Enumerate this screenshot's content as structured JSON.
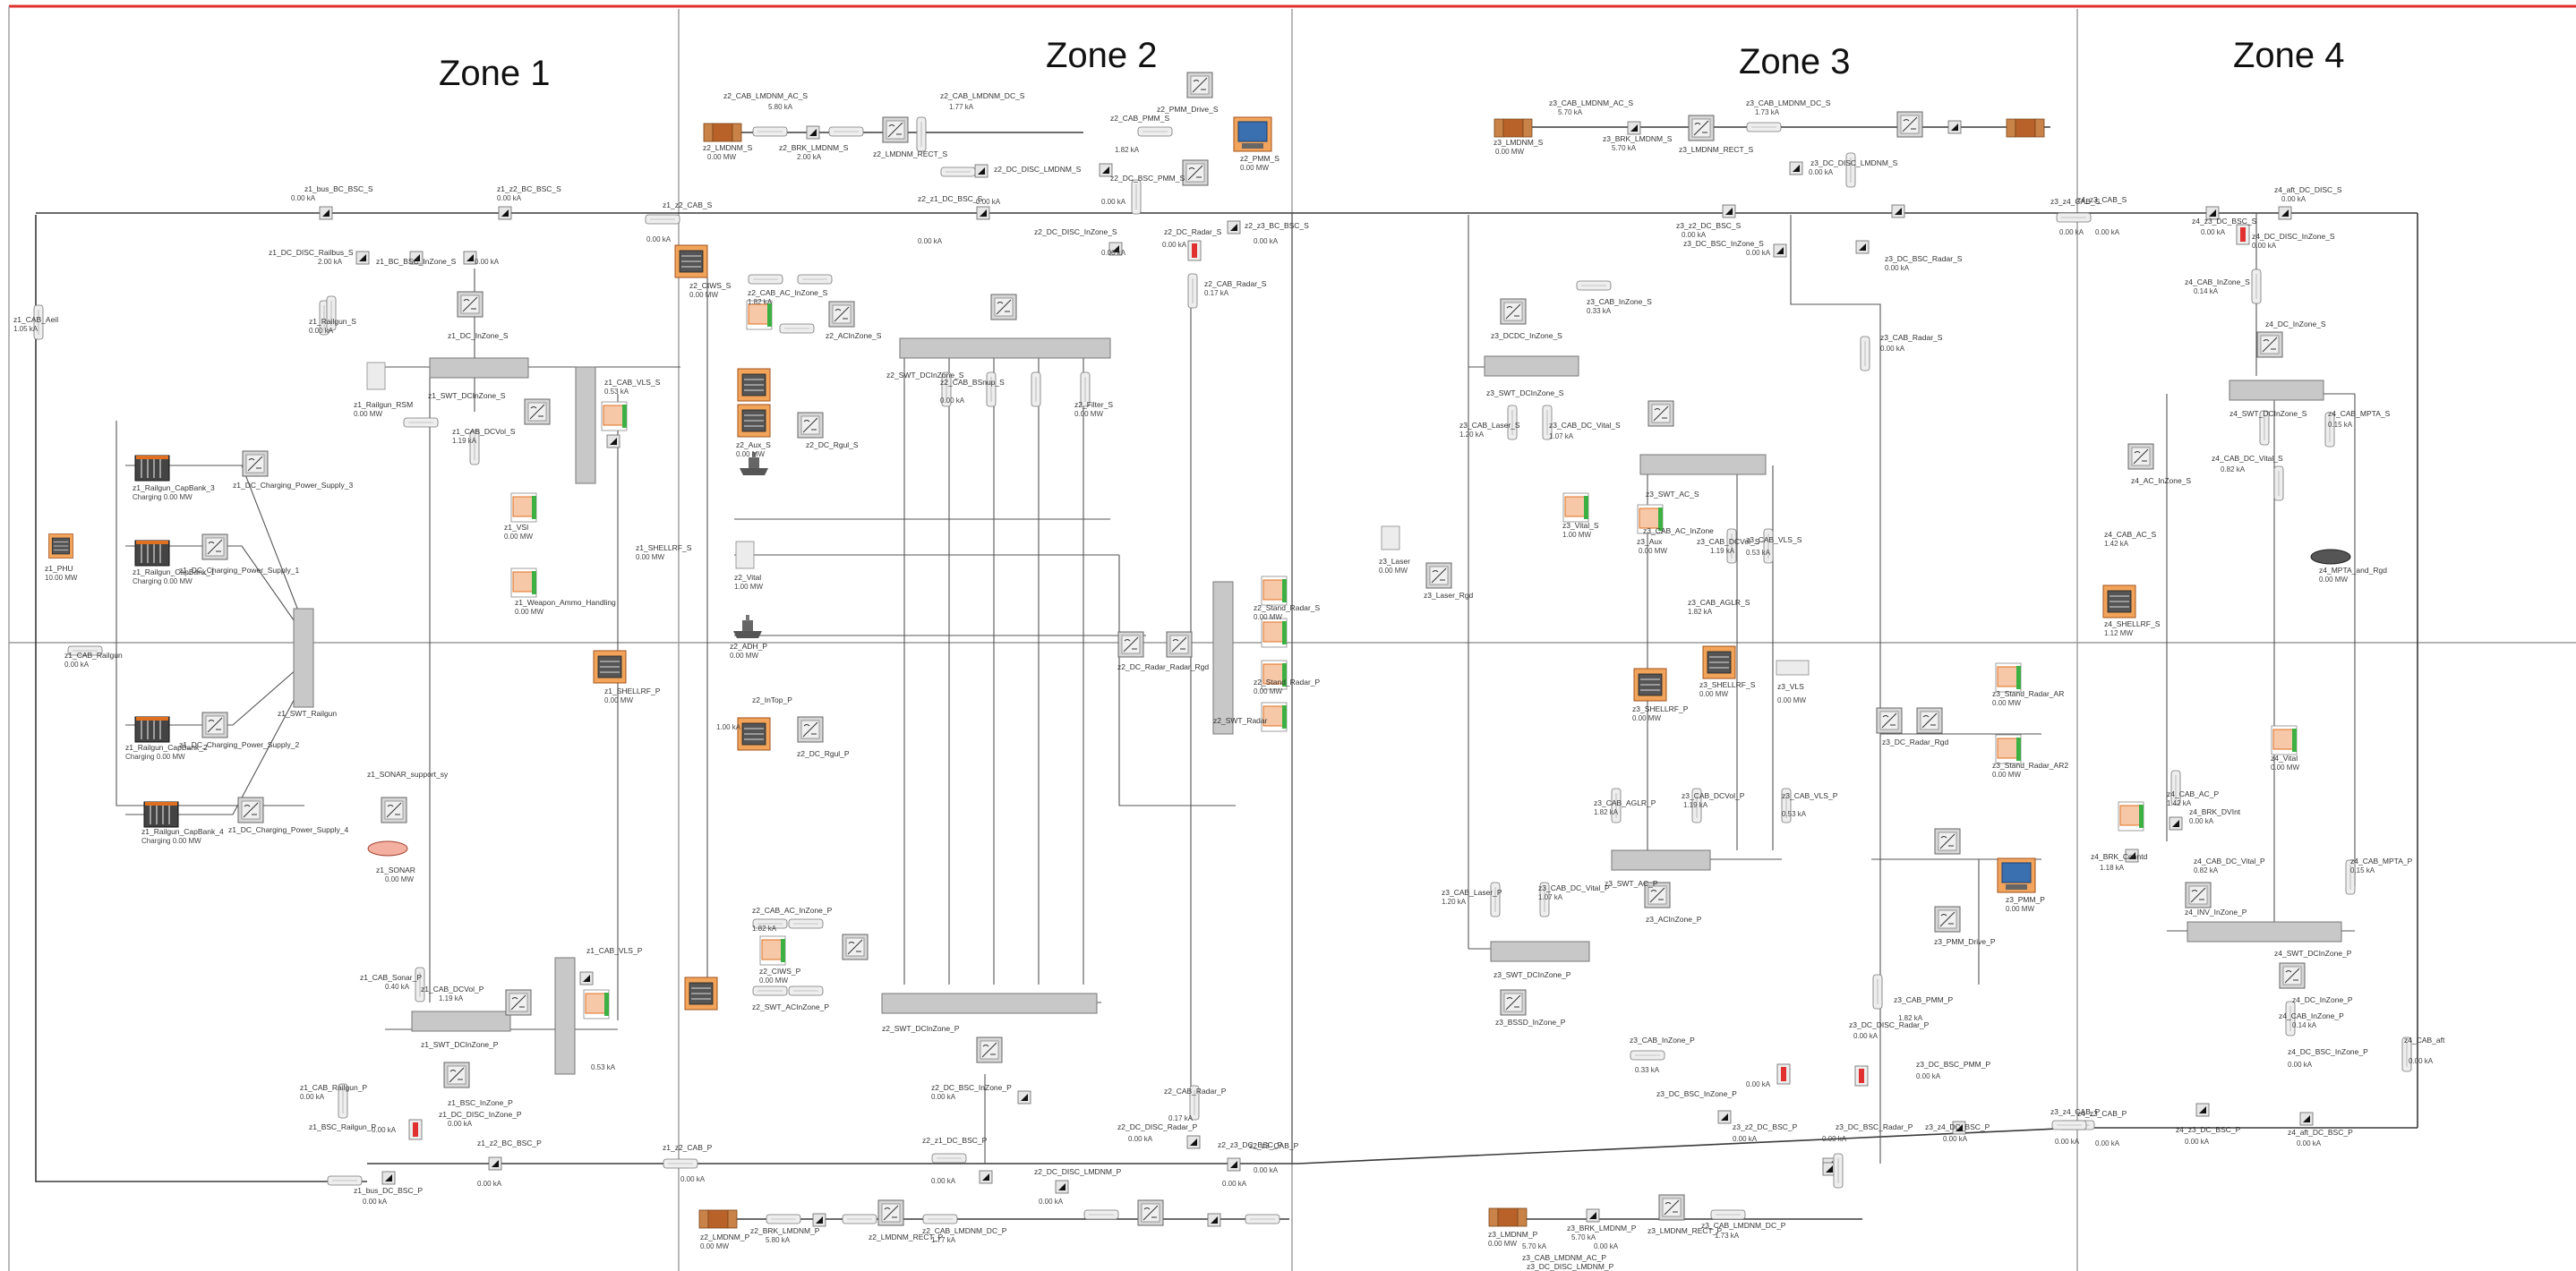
{
  "zones": [
    {
      "title": "Zone 1"
    },
    {
      "title": "Zone 2"
    },
    {
      "title": "Zone 3"
    },
    {
      "title": "Zone 4"
    }
  ],
  "components": [
    {
      "label": "z1_bus_BC_BSC_S",
      "value": "0.00 kA"
    },
    {
      "label": "z1_z2_BC_BSC_S",
      "value": "0.00 kA"
    },
    {
      "label": "z1_DC_DISC_Railbus_S",
      "value": "2.00 kA"
    },
    {
      "label": "z1_BC_BSC_InZone_S",
      "value": "0.00 kA"
    },
    {
      "label": "z1_CAB_Aeil",
      "value": "1.05 kA"
    },
    {
      "label": "z1_Railgun_S",
      "value": "0.00 kA"
    },
    {
      "label": "z1_DC_InZone_S",
      "value": ""
    },
    {
      "label": "z1_SWT_DCInZone_S",
      "value": ""
    },
    {
      "label": "z1_CAB_DCVol_S",
      "value": "1.19 kA"
    },
    {
      "label": "z1_CAB_VLS_S",
      "value": "0.53 kA"
    },
    {
      "label": "z1_Railgun_RSM",
      "value": "0.00 MW"
    },
    {
      "label": "z1_Railgun_CapBank_3",
      "value": "Charging 0.00 MW"
    },
    {
      "label": "z1_DC_Charging_Power_Supply_3",
      "value": ""
    },
    {
      "label": "z1_Railgun_CapBank_1",
      "value": "Charging 0.00 MW"
    },
    {
      "label": "z1_DC_Charging_Power_Supply_1",
      "value": ""
    },
    {
      "label": "z1_PHU",
      "value": "10.00 MW"
    },
    {
      "label": "z1_CAB_Railgun",
      "value": "0.00 kA"
    },
    {
      "label": "z1_Railgun_CapBank_2",
      "value": "Charging 0.00 MW"
    },
    {
      "label": "z1_DC_Charging_Power_Supply_2",
      "value": ""
    },
    {
      "label": "z1_Railgun_CapBank_4",
      "value": "Charging 0.00 MW"
    },
    {
      "label": "z1_DC_Charging_Power_Supply_4",
      "value": ""
    },
    {
      "label": "z1_SWT_Railgun",
      "value": ""
    },
    {
      "label": "z1_VSI",
      "value": "0.00 MW"
    },
    {
      "label": "z1_Weapon_Ammo_Handling",
      "value": "0.00 MW"
    },
    {
      "label": "z1_SHELLRF_S",
      "value": "0.00 MW"
    },
    {
      "label": "z1_SHELLRF_P",
      "value": "0.00 MW"
    },
    {
      "label": "z1_SONAR_support_sy",
      "value": ""
    },
    {
      "label": "z1_SONAR",
      "value": "0.00 MW"
    },
    {
      "label": "z1_CAB_Sonar_P",
      "value": "0.40 kA"
    },
    {
      "label": "z1_CAB_DCVol_P",
      "value": "1.19 kA"
    },
    {
      "label": "z1_SWT_DCInZone_P",
      "value": ""
    },
    {
      "label": "z1_CAB_VLS_P",
      "value": "0.53 kA"
    },
    {
      "label": "z1_CAB_Railgun_P",
      "value": "0.00 kA"
    },
    {
      "label": "z1_BSC_InZone_P",
      "value": ""
    },
    {
      "label": "z1_DC_DISC_InZone_P",
      "value": "0.00 kA"
    },
    {
      "label": "z1_BSC_Railgun_P",
      "value": "0.00 kA"
    },
    {
      "label": "z1_z2_BC_BSC_P",
      "value": "0.00 kA"
    },
    {
      "label": "z1_bus_DC_BSC_P",
      "value": "0.00 kA"
    },
    {
      "label": "z1_z2_CAB_S",
      "value": "0.00 kA"
    },
    {
      "label": "z1_z2_CAB_P",
      "value": "0.00 kA"
    },
    {
      "label": "z2_CAB_LMDNM_AC_S",
      "value": "5.80 kA"
    },
    {
      "label": "z2_CAB_LMDNM_DC_S",
      "value": "1.77 kA"
    },
    {
      "label": "z2_LMDNM_S",
      "value": "0.00 MW"
    },
    {
      "label": "z2_BRK_LMDNM_S",
      "value": "2.00 kA"
    },
    {
      "label": "z2_LMDNM_RECT_S",
      "value": ""
    },
    {
      "label": "z2_DC_DISC_LMDNM_S",
      "value": "0.00 kA"
    },
    {
      "label": "z2_CAB_PMM_S",
      "value": "1.82 kA"
    },
    {
      "label": "z2_PMM_Drive_S",
      "value": ""
    },
    {
      "label": "z2_PMM_S",
      "value": "0.00 MW"
    },
    {
      "label": "z2_DC_BSC_PMM_S",
      "value": "0.00 kA"
    },
    {
      "label": "z2_z1_DC_BSC_S",
      "value": "0.00 kA"
    },
    {
      "label": "z2_DC_DISC_InZone_S",
      "value": "0.00 kA"
    },
    {
      "label": "z2_z3_BC_BSC_S",
      "value": "0.00 kA"
    },
    {
      "label": "z2_DC_Radar_S",
      "value": "0.00 kA"
    },
    {
      "label": "z2_CAB_Radar_S",
      "value": "0.17 kA"
    },
    {
      "label": "z2_CIWS_S",
      "value": "0.00 MW"
    },
    {
      "label": "z2_CAB_AC_InZone_S",
      "value": "1.82 kA"
    },
    {
      "label": "z2_ACInZone_S",
      "value": ""
    },
    {
      "label": "z2_SWT_DCInZone_S",
      "value": ""
    },
    {
      "label": "z2_CAB_BSnup_S",
      "value": "0.00 kA"
    },
    {
      "label": "z2_Aux_S",
      "value": "0.00 MW"
    },
    {
      "label": "z2_Filter_S",
      "value": "0.00 MW"
    },
    {
      "label": "z2_DC_Rgul_S",
      "value": ""
    },
    {
      "label": "z2_Vital",
      "value": "1.00 MW"
    },
    {
      "label": "z2_ADH_P",
      "value": "0.00 MW"
    },
    {
      "label": "z2_InTop_P",
      "value": "1.00 kA"
    },
    {
      "label": "z2_DC_Rgul_P",
      "value": ""
    },
    {
      "label": "z2_DC_Radar_Radar_Rgd",
      "value": ""
    },
    {
      "label": "z2_Stand_Radar_S",
      "value": "0.00 MW"
    },
    {
      "label": "z2_Stand_Radar_P",
      "value": "0.00 MW"
    },
    {
      "label": "z2_SWT_Radar",
      "value": ""
    },
    {
      "label": "z2_CAB_AC_InZone_P",
      "value": "1.82 kA"
    },
    {
      "label": "z2_CIWS_P",
      "value": "0.00 MW"
    },
    {
      "label": "z2_SWT_DCInZone_P",
      "value": ""
    },
    {
      "label": "z2_SWT_ACInZone_P",
      "value": ""
    },
    {
      "label": "z2_DC_BSC_InZone_P",
      "value": "0.00 kA"
    },
    {
      "label": "z2_CAB_Radar_P",
      "value": "0.17 kA"
    },
    {
      "label": "z2_DC_DISC_Radar_P",
      "value": "0.00 kA"
    },
    {
      "label": "z2_z3_DC_BSC_P",
      "value": "0.00 kA"
    },
    {
      "label": "z2_z1_DC_BSC_P",
      "value": "0.00 kA"
    },
    {
      "label": "z2_DC_DISC_LMDNM_P",
      "value": "0.00 kA"
    },
    {
      "label": "z2_LMDNM_P",
      "value": "0.00 MW"
    },
    {
      "label": "z2_BRK_LMDNM_P",
      "value": "5.80 kA"
    },
    {
      "label": "z2_LMDNM_RECT_P",
      "value": ""
    },
    {
      "label": "z2_CAB_LMDNM_DC_P",
      "value": "1.77 kA"
    },
    {
      "label": "z2_z3_CAB_P",
      "value": "0.00 kA"
    },
    {
      "label": "z3_CAB_LMDNM_AC_S",
      "value": "5.70 kA"
    },
    {
      "label": "z3_CAB_LMDNM_DC_S",
      "value": "1.73 kA"
    },
    {
      "label": "z3_LMDNM_S",
      "value": "0.00 MW"
    },
    {
      "label": "z3_BRK_LMDNM_S",
      "value": "5.70 kA"
    },
    {
      "label": "z3_LMDNM_RECT_S",
      "value": ""
    },
    {
      "label": "z3_DC_DISC_LMDNM_S",
      "value": "0.00 kA"
    },
    {
      "label": "z3_z2_DC_BSC_S",
      "value": "0.00 kA"
    },
    {
      "label": "z3_DC_BSC_InZone_S",
      "value": "0.00 kA"
    },
    {
      "label": "z3_DC_BSC_Radar_S",
      "value": "0.00 kA"
    },
    {
      "label": "z3_CAB_InZone_S",
      "value": "0.33 kA"
    },
    {
      "label": "z3_DCDC_InZone_S",
      "value": ""
    },
    {
      "label": "z3_SWT_DCInZone_S",
      "value": ""
    },
    {
      "label": "z3_CAB_Laser_S",
      "value": "1.20 kA"
    },
    {
      "label": "z3_CAB_DC_Vital_S",
      "value": "1.07 kA"
    },
    {
      "label": "z3_Vital_S",
      "value": "1.00 MW"
    },
    {
      "label": "z3_Laser",
      "value": "0.00 MW"
    },
    {
      "label": "z3_Laser_Rgd",
      "value": ""
    },
    {
      "label": "z3_SWT_AC_S",
      "value": ""
    },
    {
      "label": "z3_CAB_AC_InZone",
      "value": ""
    },
    {
      "label": "z3_Aux",
      "value": "0.00 MW"
    },
    {
      "label": "z3_CAB_AGLR_S",
      "value": "1.82 kA"
    },
    {
      "label": "z3_CAB_VLS_S",
      "value": "0.53 kA"
    },
    {
      "label": "z3_CAB_DCVol_S",
      "value": "1.19 kA"
    },
    {
      "label": "z3_SHELLRF_P",
      "value": "0.00 MW"
    },
    {
      "label": "z3_SHELLRF_S",
      "value": "0.00 MW"
    },
    {
      "label": "z3_VLS",
      "value": "0.00 MW"
    },
    {
      "label": "z3_CAB_Radar_S",
      "value": "0.00 kA"
    },
    {
      "label": "z3_CAB_DCVol_P",
      "value": "1.19 kA"
    },
    {
      "label": "z3_CAB_VLS_P",
      "value": "0.53 kA"
    },
    {
      "label": "z3_CAB_AGLR_P",
      "value": "1.82 kA"
    },
    {
      "label": "z3_SWT_AC_P",
      "value": ""
    },
    {
      "label": "z3_ACInZone_P",
      "value": ""
    },
    {
      "label": "z3_CAB_Laser_P",
      "value": "1.20 kA"
    },
    {
      "label": "z3_CAB_DC_Vital_P",
      "value": "1.07 kA"
    },
    {
      "label": "z3_SWT_DCInZone_P",
      "value": ""
    },
    {
      "label": "z3_BSSD_InZone_P",
      "value": ""
    },
    {
      "label": "z3_CAB_InZone_P",
      "value": "0.33 kA"
    },
    {
      "label": "z3_DC_BSC_InZone_P",
      "value": "0.00 kA"
    },
    {
      "label": "z3_DC_BSC_Radar_P",
      "value": "0.00 kA"
    },
    {
      "label": "z3_Stand_Radar_AR",
      "value": "0.00 MW"
    },
    {
      "label": "z3_Stand_Radar_AR2",
      "value": "0.00 MW"
    },
    {
      "label": "z3_DC_Radar_Rgd",
      "value": ""
    },
    {
      "label": "z3_PMM_Drive_P",
      "value": ""
    },
    {
      "label": "z3_PMM_P",
      "value": "0.00 MW"
    },
    {
      "label": "z3_CAB_PMM_P",
      "value": "1.82 kA"
    },
    {
      "label": "z3_DC_BSC_PMM_P",
      "value": "0.00 kA"
    },
    {
      "label": "z3_DC_DISC_Radar_P",
      "value": "0.00 kA"
    },
    {
      "label": "z3_z2_DC_BSC_P",
      "value": "0.00 kA"
    },
    {
      "label": "z3_z4_DC_BSC_P",
      "value": "0.00 kA"
    },
    {
      "label": "z3_LMDNM_P",
      "value": "0.00 MW"
    },
    {
      "label": "z3_BRK_LMDNM_P",
      "value": "5.70 kA"
    },
    {
      "label": "z3_LMDNM_RECT_P",
      "value": ""
    },
    {
      "label": "z3_CAB_LMDNM_DC_P",
      "value": "1.73 kA"
    },
    {
      "label": "z3_CAB_LMDNM_AC_P",
      "value": "5.70 kA"
    },
    {
      "label": "z3_DC_DISC_LMDNM_P",
      "value": "0.00 kA"
    },
    {
      "label": "z3_z4_CAB_S",
      "value": "0.00 kA"
    },
    {
      "label": "z3_z4_CAB_P",
      "value": "0.00 kA"
    },
    {
      "label": "z4_z3_DC_BSC_S",
      "value": "0.00 kA"
    },
    {
      "label": "z4_aft_DC_DISC_S",
      "value": "0.00 kA"
    },
    {
      "label": "z4_DC_DISC_InZone_S",
      "value": "0.00 kA"
    },
    {
      "label": "z4_CAB_InZone_S",
      "value": "0.14 kA"
    },
    {
      "label": "z4_DC_InZone_S",
      "value": ""
    },
    {
      "label": "z4_SWT_DCInZone_S",
      "value": ""
    },
    {
      "label": "z4_CAB_DC_Vital_S",
      "value": "0.82 kA"
    },
    {
      "label": "z4_CAB_MPTA_S",
      "value": "0.15 kA"
    },
    {
      "label": "z4_MPTA_and_Rgd",
      "value": "0.00 MW"
    },
    {
      "label": "z4_AC_InZone_S",
      "value": ""
    },
    {
      "label": "z4_CAB_AC_S",
      "value": "1.42 kA"
    },
    {
      "label": "z4_SHELLRF_S",
      "value": "1.12 MW"
    },
    {
      "label": "z4_Vital",
      "value": "0.00 MW"
    },
    {
      "label": "z4_CAB_AC_P",
      "value": "1.42 kA"
    },
    {
      "label": "z4_BRK_DVInt",
      "value": "0.00 kA"
    },
    {
      "label": "z4_BRK_Conntd",
      "value": "1.18 kA"
    },
    {
      "label": "z4_CAB_DC_Vital_P",
      "value": "0.82 kA"
    },
    {
      "label": "z4_CAB_MPTA_P",
      "value": "0.15 kA"
    },
    {
      "label": "z4_INV_InZone_P",
      "value": ""
    },
    {
      "label": "z4_SWT_DCInZone_P",
      "value": ""
    },
    {
      "label": "z4_DC_InZone_P",
      "value": ""
    },
    {
      "label": "z4_CAB_InZone_P",
      "value": "0.14 kA"
    },
    {
      "label": "z4_DC_BSC_InZone_P",
      "value": "0.00 kA"
    },
    {
      "label": "z4_CAB_aft",
      "value": "0.00 kA"
    },
    {
      "label": "z4_z3_DC_BSC_P",
      "value": "0.00 kA"
    },
    {
      "label": "z4_aft_DC_BSC_P",
      "value": "0.00 kA"
    },
    {
      "label": "z4_z3_CAB_S",
      "value": "0.00 kA"
    },
    {
      "label": "z4_z3_CAB_P",
      "value": "0.00 kA"
    }
  ],
  "colors": {
    "border_top": "#e03030",
    "zone_divider": "#9a9a9a",
    "bus_connector": "#3c7d3c",
    "generator": "#e07020",
    "alert_red": "#e03030",
    "load_green": "#3cb043",
    "display_blue": "#3a6fb0"
  }
}
